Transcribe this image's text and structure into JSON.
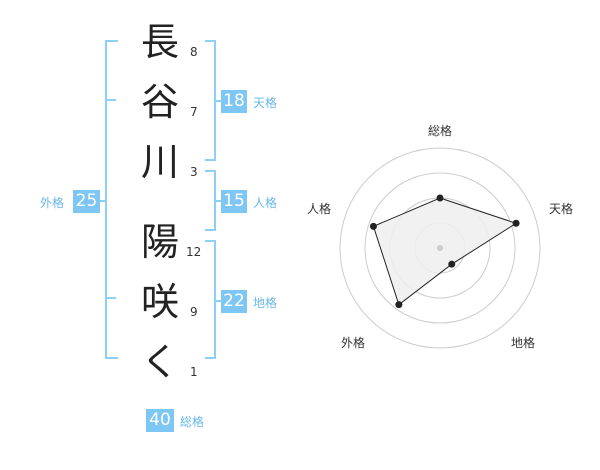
{
  "name_chars": [
    {
      "char": "長",
      "strokes": "8"
    },
    {
      "char": "谷",
      "strokes": "7"
    },
    {
      "char": "川",
      "strokes": "3"
    },
    {
      "char": "陽",
      "strokes": "12"
    },
    {
      "char": "咲",
      "strokes": "9"
    },
    {
      "char": "く",
      "strokes": "1"
    }
  ],
  "kaku": {
    "tenkaku": {
      "value": "18",
      "label": "天格"
    },
    "jinkaku": {
      "value": "15",
      "label": "人格"
    },
    "chikaku": {
      "value": "22",
      "label": "地格"
    },
    "gaikaku": {
      "value": "25",
      "label": "外格"
    },
    "soukaku": {
      "value": "40",
      "label": "総格"
    }
  },
  "chart_data": {
    "type": "radar",
    "axes": [
      "総格",
      "天格",
      "地格",
      "外格",
      "人格"
    ],
    "values": [
      0.5,
      0.8,
      0.2,
      0.7,
      0.7
    ],
    "rings": 4,
    "colors": {
      "fill": "#eeeeee",
      "line": "#222222",
      "ring": "#cccccc"
    }
  },
  "colors": {
    "accent": "#7ec7f4",
    "bracket": "#8fcff5",
    "accent_text": "#69b8ea"
  }
}
